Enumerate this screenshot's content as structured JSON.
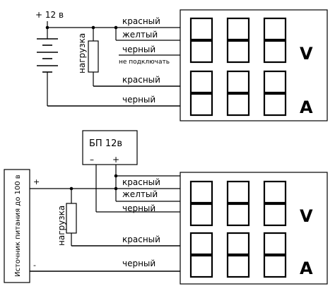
{
  "top": {
    "supply_label": "+ 12 в",
    "load_label": "нагрузка",
    "wires": [
      "красный",
      "желтый",
      "черный",
      "не подключать",
      "красный",
      "черный"
    ],
    "meter_units": [
      "V",
      "A"
    ]
  },
  "bottom": {
    "psu_label": "БП 12в",
    "psu_minus": "–",
    "psu_plus": "+",
    "source_label": "Источник питания до 100 в",
    "source_plus": "+",
    "source_minus": "-",
    "load_label": "нагрузка",
    "wires": [
      "красный",
      "желтый",
      "черный",
      "красный",
      "черный"
    ],
    "meter_units": [
      "V",
      "A"
    ]
  }
}
